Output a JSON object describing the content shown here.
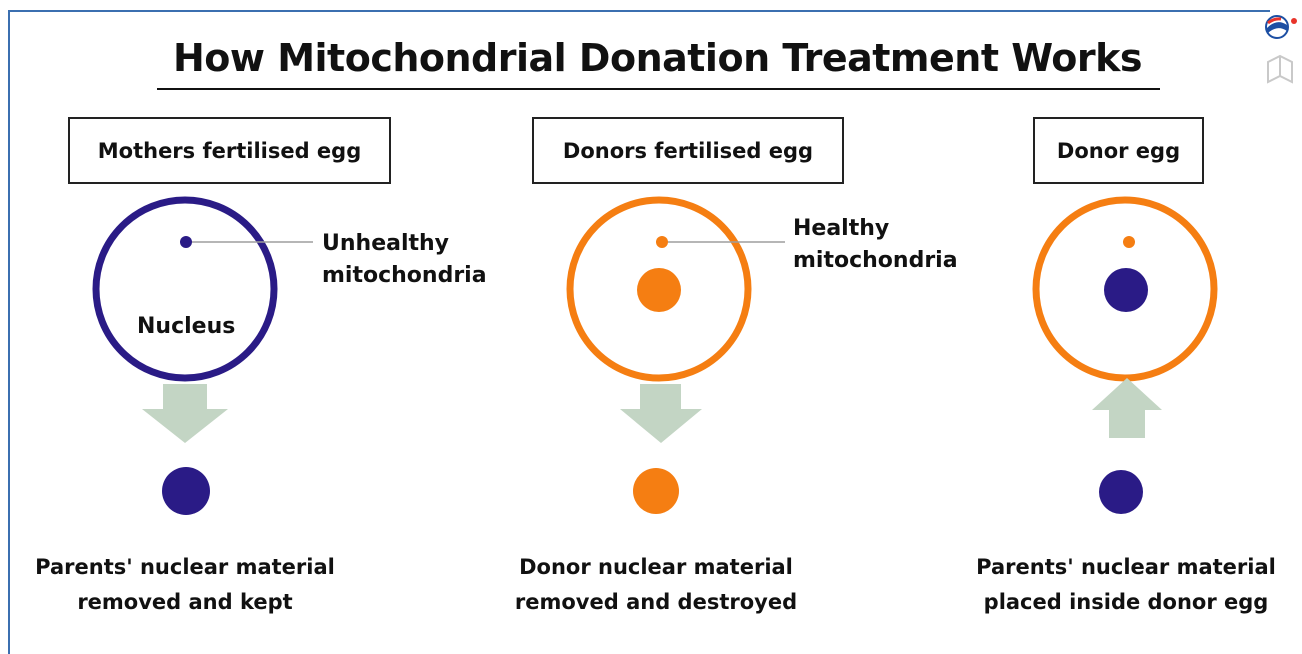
{
  "title": "How Mitochondrial Donation Treatment Works",
  "colors": {
    "parents": "#2a1b86",
    "donor": "#f57e12",
    "arrow": "#c3d5c4",
    "frame": "#3b6fb0"
  },
  "columns": [
    {
      "heading": "Mothers fertilised egg",
      "mito_label_line1": "Unhealthy",
      "mito_label_line2": "mitochondria",
      "nucleus_label": "Nucleus",
      "arrow_direction": "down",
      "caption_line1": "Parents' nuclear material",
      "caption_line2": "removed and kept"
    },
    {
      "heading": "Donors fertilised egg",
      "mito_label_line1": "Healthy",
      "mito_label_line2": "mitochondria",
      "arrow_direction": "down",
      "caption_line1": "Donor nuclear material",
      "caption_line2": "removed and destroyed"
    },
    {
      "heading": "Donor egg",
      "arrow_direction": "up",
      "caption_line1": "Parents' nuclear material",
      "caption_line2": "placed inside donor egg"
    }
  ],
  "icons": [
    "globe-logo-icon",
    "book-icon"
  ]
}
